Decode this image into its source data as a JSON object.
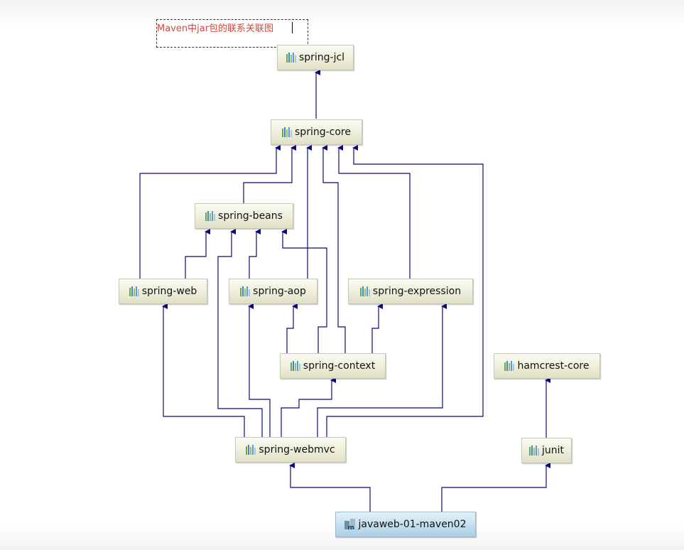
{
  "diagram": {
    "title": "Maven中jar包的联系关联图"
  },
  "colors": {
    "edge": "#0a0a7a",
    "node_fill": "#eeeed9",
    "project_fill": "#c4dfee",
    "title_text": "#d9443a"
  },
  "nodes": {
    "spring_jcl": {
      "label": "spring-jcl",
      "icon": "jar-icon"
    },
    "spring_core": {
      "label": "spring-core",
      "icon": "jar-icon"
    },
    "spring_beans": {
      "label": "spring-beans",
      "icon": "jar-icon"
    },
    "spring_web": {
      "label": "spring-web",
      "icon": "jar-icon"
    },
    "spring_aop": {
      "label": "spring-aop",
      "icon": "jar-icon"
    },
    "spring_expression": {
      "label": "spring-expression",
      "icon": "jar-icon"
    },
    "spring_context": {
      "label": "spring-context",
      "icon": "jar-icon"
    },
    "hamcrest_core": {
      "label": "hamcrest-core",
      "icon": "jar-icon"
    },
    "spring_webmvc": {
      "label": "spring-webmvc",
      "icon": "jar-icon"
    },
    "junit": {
      "label": "junit",
      "icon": "jar-icon"
    },
    "project": {
      "label": "javaweb-01-maven02",
      "icon": "maven-project-icon"
    }
  },
  "dependencies": [
    {
      "from": "spring-core",
      "to": "spring-jcl"
    },
    {
      "from": "spring-beans",
      "to": "spring-core"
    },
    {
      "from": "spring-web",
      "to": "spring-core"
    },
    {
      "from": "spring-web",
      "to": "spring-beans"
    },
    {
      "from": "spring-aop",
      "to": "spring-core"
    },
    {
      "from": "spring-aop",
      "to": "spring-beans"
    },
    {
      "from": "spring-expression",
      "to": "spring-core"
    },
    {
      "from": "spring-context",
      "to": "spring-core"
    },
    {
      "from": "spring-context",
      "to": "spring-beans"
    },
    {
      "from": "spring-context",
      "to": "spring-aop"
    },
    {
      "from": "spring-context",
      "to": "spring-expression"
    },
    {
      "from": "spring-webmvc",
      "to": "spring-web"
    },
    {
      "from": "spring-webmvc",
      "to": "spring-beans"
    },
    {
      "from": "spring-webmvc",
      "to": "spring-aop"
    },
    {
      "from": "spring-webmvc",
      "to": "spring-context"
    },
    {
      "from": "spring-webmvc",
      "to": "spring-expression"
    },
    {
      "from": "spring-webmvc",
      "to": "spring-core"
    },
    {
      "from": "junit",
      "to": "hamcrest-core"
    },
    {
      "from": "javaweb-01-maven02",
      "to": "spring-webmvc"
    },
    {
      "from": "javaweb-01-maven02",
      "to": "junit"
    }
  ]
}
